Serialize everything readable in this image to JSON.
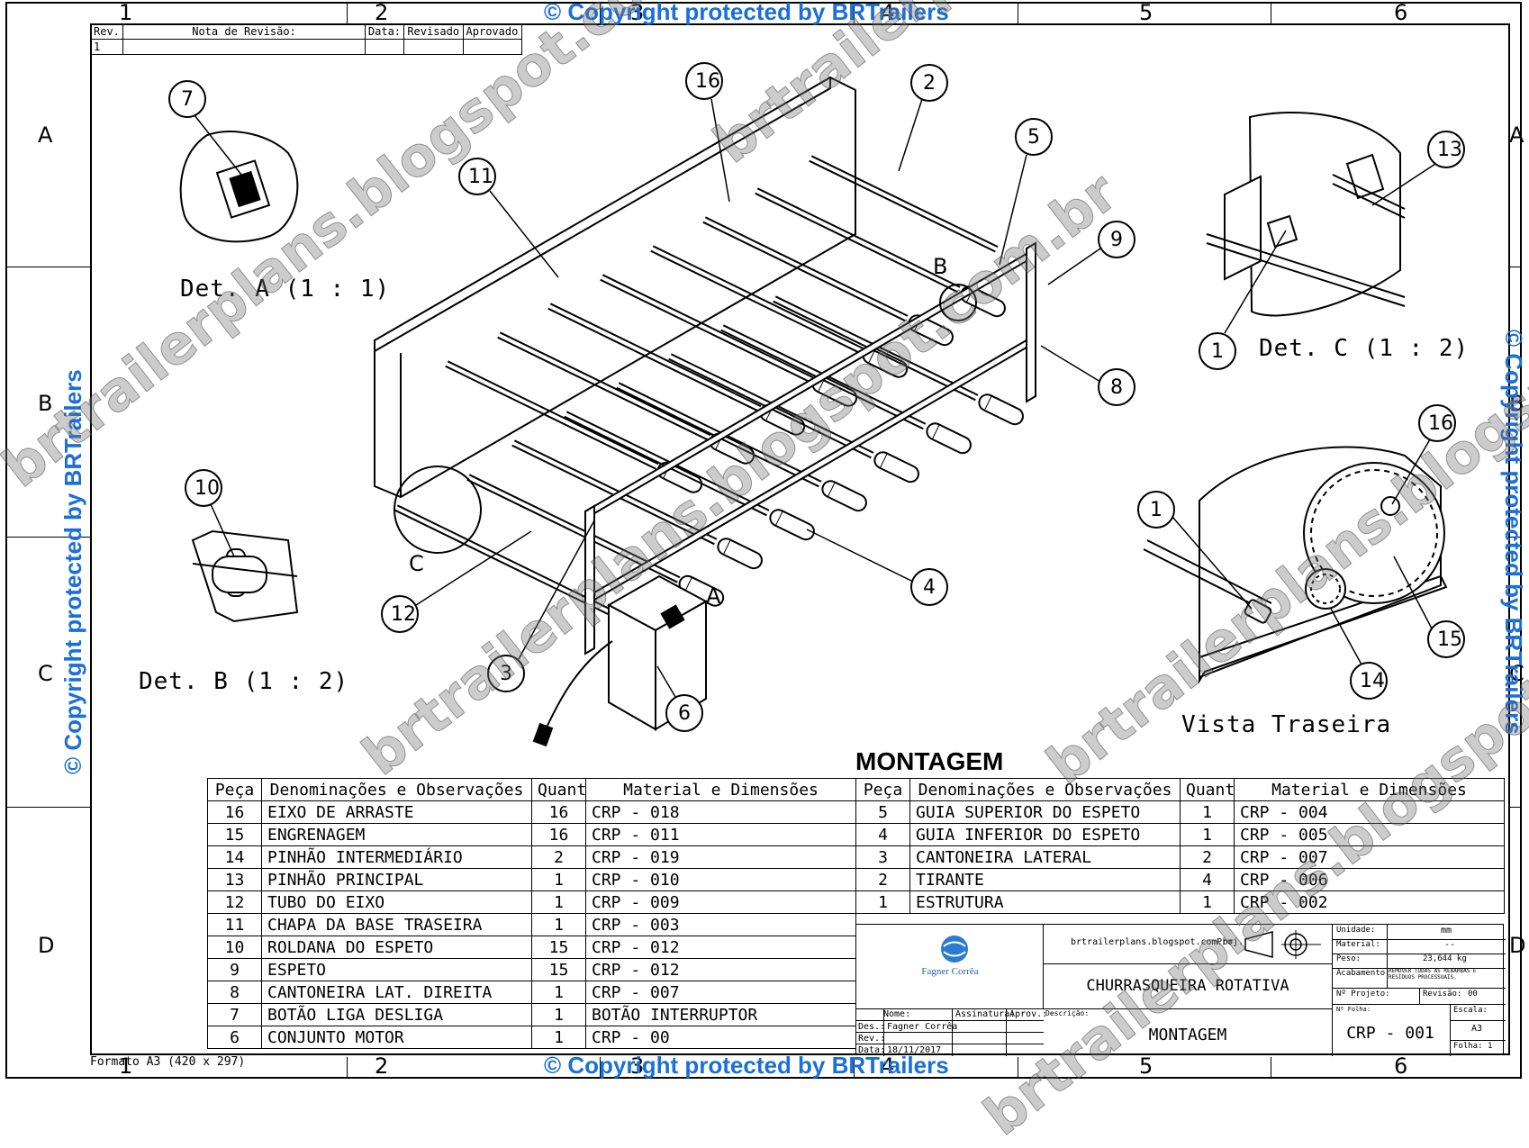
{
  "zones": {
    "top": [
      "1",
      "2",
      "3",
      "4",
      "5",
      "6"
    ],
    "bottom": [
      "1",
      "2",
      "3",
      "4",
      "5",
      "6"
    ],
    "left": [
      "A",
      "B",
      "C",
      "D"
    ],
    "right": [
      "A",
      "B",
      "C",
      "D"
    ]
  },
  "copyright": {
    "top": "© Copyright protected by BRTrailers",
    "bottom": "© Copyright protected by BRTrailers",
    "left": "© Copyright protected by BRTrailers",
    "right": "© Copyright protected by BRTrailers"
  },
  "watermarks": [
    "brtrailerplans.blogspot.com.br",
    "brtrailerplans.blogspot.com.br",
    "brtrailerplans.blogspot.com.br",
    "brtrailerplans.blogspot.com.br",
    "brtrailerplans.blogspot.com.br"
  ],
  "revision": {
    "headers": [
      "Rev.",
      "Nota de Revisão:",
      "Data:",
      "Revisado",
      "Aprovado"
    ],
    "row": [
      "1",
      "",
      "",
      "",
      ""
    ]
  },
  "details": {
    "a": "Det. A (1 : 1)",
    "b": "Det. B (1 : 2)",
    "c": "Det. C (1 : 2)",
    "rear": "Vista Traseira"
  },
  "view_letters": {
    "a": "A",
    "b": "B",
    "c": "C"
  },
  "balloons": {
    "main": [
      "16",
      "2",
      "5",
      "11",
      "9",
      "8",
      "4",
      "6",
      "3",
      "12"
    ],
    "det_a": "7",
    "det_b": "10",
    "det_c": [
      "13",
      "1"
    ],
    "rear": [
      "16",
      "1",
      "15",
      "14"
    ]
  },
  "assembly_title": "MONTAGEM",
  "bom_headers": [
    "Peça",
    "Denominações e Observações",
    "Quant",
    "Material e Dimensões"
  ],
  "bom_left": [
    {
      "peca": "16",
      "den": "EIXO DE ARRASTE",
      "qt": "16",
      "mat": "CRP - 018"
    },
    {
      "peca": "15",
      "den": "ENGRENAGEM",
      "qt": "16",
      "mat": "CRP - 011"
    },
    {
      "peca": "14",
      "den": "PINHÃO INTERMEDIÁRIO",
      "qt": "2",
      "mat": "CRP - 019"
    },
    {
      "peca": "13",
      "den": "PINHÃO PRINCIPAL",
      "qt": "1",
      "mat": "CRP - 010"
    },
    {
      "peca": "12",
      "den": "TUBO DO EIXO",
      "qt": "1",
      "mat": "CRP - 009"
    },
    {
      "peca": "11",
      "den": "CHAPA DA BASE TRASEIRA",
      "qt": "1",
      "mat": "CRP - 003"
    },
    {
      "peca": "10",
      "den": "ROLDANA DO ESPETO",
      "qt": "15",
      "mat": "CRP - 012"
    },
    {
      "peca": "9",
      "den": "ESPETO",
      "qt": "15",
      "mat": "CRP - 012"
    },
    {
      "peca": "8",
      "den": "CANTONEIRA LAT. DIREITA",
      "qt": "1",
      "mat": "CRP - 007"
    },
    {
      "peca": "7",
      "den": "BOTÃO LIGA DESLIGA",
      "qt": "1",
      "mat": "BOTÃO INTERRUPTOR"
    },
    {
      "peca": "6",
      "den": "CONJUNTO MOTOR",
      "qt": "1",
      "mat": "CRP - 00"
    }
  ],
  "bom_right": [
    {
      "peca": "5",
      "den": "GUIA SUPERIOR DO ESPETO",
      "qt": "1",
      "mat": "CRP - 004"
    },
    {
      "peca": "4",
      "den": "GUIA INFERIOR DO ESPETO",
      "qt": "1",
      "mat": "CRP - 005"
    },
    {
      "peca": "3",
      "den": "CANTONEIRA LATERAL",
      "qt": "2",
      "mat": "CRP - 007"
    },
    {
      "peca": "2",
      "den": "TIRANTE",
      "qt": "4",
      "mat": "CRP - 006"
    },
    {
      "peca": "1",
      "den": "ESTRUTURA",
      "qt": "1",
      "mat": "CRP - 002"
    }
  ],
  "title_block": {
    "company": "Fagner Corrêa",
    "website": "brtrailerplans.blogspot.com.br",
    "proj_label": "Proj.",
    "title": "CHURRASQUEIRA ROTATIVA",
    "subtitle": "MONTAGEM",
    "drawing_no": "CRP - 001",
    "unidade_label": "Unidade:",
    "unidade": "mm",
    "material_label": "Material:",
    "material": "--",
    "peso_label": "Peso:",
    "peso": "23,644 kg",
    "acabamento_label": "Acabamento:",
    "acabamento": "REMOVER TODAS AS REBARBAS E RESÍDUOS PROCESSUAIS.",
    "nprojeto_label": "Nº Projeto:",
    "revisao_label": "Revisão:",
    "revisao": "00",
    "nfolha_label": "Nº Folha:",
    "escala_label": "Escala:",
    "escala": "A3",
    "folha_label": "Folha:",
    "folha": "1",
    "nome_label": "Nome:",
    "assinatura_label": "Assinatura:",
    "aprov_label": "Aprov.:",
    "des_label": "Des.:",
    "des": "Fagner Corrêa",
    "rev_label": "Rev.:",
    "rev": "",
    "data_label": "Data:",
    "data": "18/11/2017",
    "descricao_label": "Descrição:"
  },
  "format_note": "Formato A3 (420 x 297)"
}
